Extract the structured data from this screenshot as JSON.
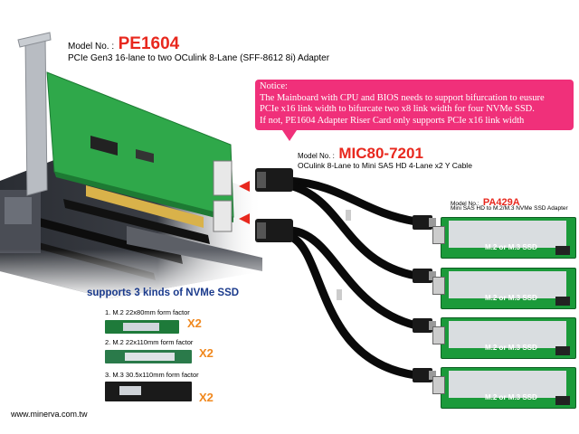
{
  "pe1604": {
    "model_prefix": "Model No. :",
    "model": "PE1604",
    "description": "PCIe Gen3 16-lane to two OCulink 8-Lane (SFF-8612 8i) Adapter"
  },
  "notice": {
    "title": "Notice:",
    "line1": "The Mainboard with CPU and BIOS needs to support bifurcation to eusure",
    "line2": "PCIe x16 link width to bifurcate two x8 link width for four NVMe SSD.",
    "line3": "If not, PE1604 Adapter  Riser Card only supports PCIe x16 link width"
  },
  "mic80": {
    "model_prefix": "Model No. :",
    "model": "MIC80-7201",
    "description": "OCulink 8-Lane to Mini SAS HD 4-Lane x2 Y Cable"
  },
  "pa429a": {
    "model_prefix": "Model No.:",
    "model": "PA429A",
    "description": "Mini SAS HD to M.2/M.3 NVMe SSD Adapter"
  },
  "adapter_cards": [
    {
      "label": "M.2 or M.3 SSD"
    },
    {
      "label": "M.2 or M.3 SSD"
    },
    {
      "label": "M.2 or M.3 SSD"
    },
    {
      "label": "M.2 or M.3 SSD"
    }
  ],
  "ssd_section": {
    "title": "supports 3 kinds of NVMe SSD",
    "items": [
      {
        "label": "1. M.2 22x80mm form factor",
        "qty": "X2"
      },
      {
        "label": "2. M.2 22x110mm form factor",
        "qty": "X2"
      },
      {
        "label": "3. M.3 30.5x110mm form factor",
        "qty": "X2"
      }
    ]
  },
  "footer": {
    "website": "www.minerva.com.tw"
  },
  "colors": {
    "accent_red": "#e8281e",
    "notice_pink": "#f0307a",
    "section_blue": "#1a3a8c",
    "x2_orange": "#f0881e",
    "pcb_green": "#1b9a3a"
  }
}
